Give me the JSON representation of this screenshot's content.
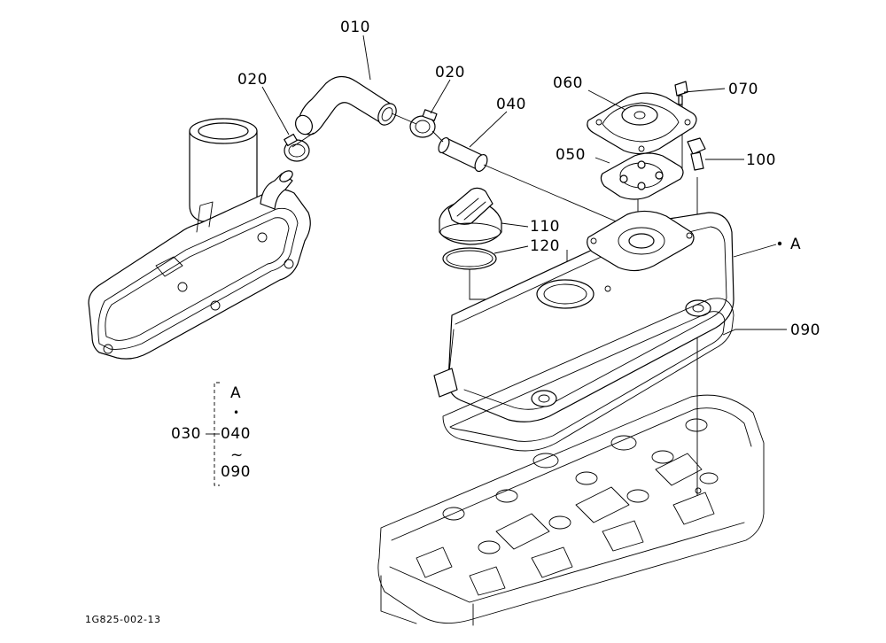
{
  "labels": {
    "p010": "010",
    "p020_left": "020",
    "p020_right": "020",
    "p040": "040",
    "p060": "060",
    "p070": "070",
    "p050": "050",
    "p100": "100",
    "p110": "110",
    "p120": "120",
    "pA": "A",
    "p090": "090"
  },
  "legend": {
    "group": "030",
    "top": "A",
    "dot": "•",
    "from": "040",
    "tilde": "~",
    "to": "090"
  },
  "figure_code": "1G825-002-13"
}
